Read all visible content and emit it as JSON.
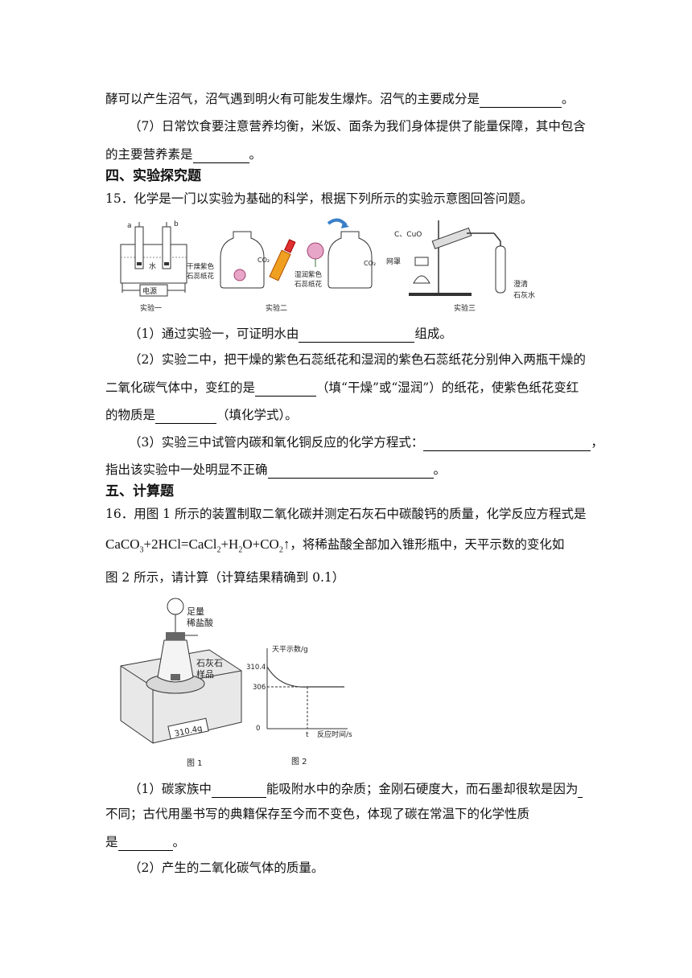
{
  "q14": {
    "line_cont": "酵可以产生沼气，沼气遇到明火有可能发生爆炸。沼气的主要成分是",
    "end1": "。",
    "p7_a": "（7）日常饮食要注意营养均衡，米饭、面条为我们身体提供了能量保障，其中包含",
    "p7_b": "的主要营养素是",
    "end2": "。"
  },
  "section4": "四、实验探究题",
  "q15": {
    "stem": "15．化学是一门以实验为基础的科学，根据下列所示的实验示意图回答问题。",
    "fig": {
      "a": "a",
      "b": "b",
      "water": "水",
      "power": "电源",
      "exp1": "实验一",
      "dry_flower_1": "干燥紫色",
      "dry_flower_2": "石蕊纸花",
      "co2": "CO₂",
      "wet_flower_1": "湿润紫色",
      "wet_flower_2": "石蕊纸花",
      "exp2": "实验二",
      "c_cuo": "C、CuO",
      "gauze": "网罩",
      "limewater_1": "澄清",
      "limewater_2": "石灰水",
      "exp3": "实验三"
    },
    "p1_a": "（1）通过实验一，可证明水由",
    "p1_b": "组成。",
    "p2_a": "（2）实验二中，把干燥的紫色石蕊纸花和湿润的紫色石蕊纸花分别伸入两瓶干燥的",
    "p2_b": "二氧化碳气体中，变红的是",
    "p2_c": "（填“干燥”或“湿润”）的纸花，使紫色纸花变红",
    "p2_d": "的物质是",
    "p2_e": "（填化学式）。",
    "p3_a": "（3）实验三中试管内碳和氧化铜反应的化学方程式：",
    "p3_b": "，",
    "p3_c": "指出该实验中一处明显不正确",
    "p3_d": "。"
  },
  "section5": "五、计算题",
  "q16": {
    "stem_a": "16．用图 1 所示的装置制取二氧化碳并测定石灰石中碳酸钙的质量，化学反应方程式是",
    "eq_tail": "，将稀盐酸全部加入锥形瓶中，天平示数的变化如",
    "stem_c": "图 2 所示，请计算（计算结果精确到 0.1）",
    "fig1": {
      "acid_1": "足量",
      "acid_2": "稀盐酸",
      "stone_1": "石灰石",
      "stone_2": "样品",
      "display": "310.4g",
      "caption": "图 1"
    },
    "fig2": {
      "ylabel": "天平示数/g",
      "y_top": "310.4",
      "y_mid": "306",
      "origin": "0",
      "t": "t",
      "xlabel": "反应时间/s",
      "caption": "图 2"
    },
    "p1_a": "（1）碳家族中",
    "p1_b": "能吸附水中的杂质；金刚石硬度大，而石墨却很软是因为",
    "p1_c": "不同；古代用墨书写的典籍保存至今而不变色，体现了碳在常温下的化学性质",
    "p1_d": "是",
    "p1_e": "。",
    "p2": "（2）产生的二氧化碳气体的质量。"
  },
  "chart_data": {
    "type": "line",
    "title": "",
    "xlabel": "反应时间/s",
    "ylabel": "天平示数/g",
    "y_ticks": [
      "310.4",
      "306",
      "0"
    ],
    "x_ticks": [
      "t"
    ],
    "series": [
      {
        "points": [
          [
            "0",
            310.4
          ],
          [
            "t",
            306
          ],
          [
            "after t",
            306
          ]
        ]
      }
    ]
  }
}
